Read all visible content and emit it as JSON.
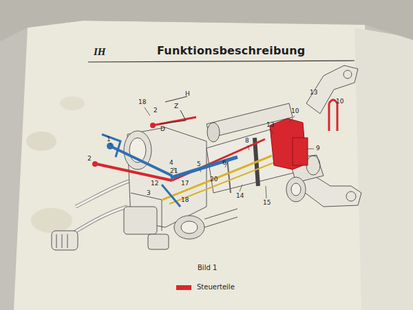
{
  "diagram": {
    "title": "Funktionsbeschreibung",
    "caption": "Bild 1",
    "labels": [
      "IH",
      "18",
      "2",
      "H",
      "Z",
      "D",
      "1",
      "2",
      "4",
      "5",
      "21",
      "20",
      "6",
      "8",
      "17",
      "12",
      "3",
      "18",
      "14",
      "15",
      "13",
      "10",
      "9",
      "13",
      "10"
    ],
    "legend": [
      {
        "text": "Steuerteile",
        "color": "#d8262e"
      }
    ]
  }
}
